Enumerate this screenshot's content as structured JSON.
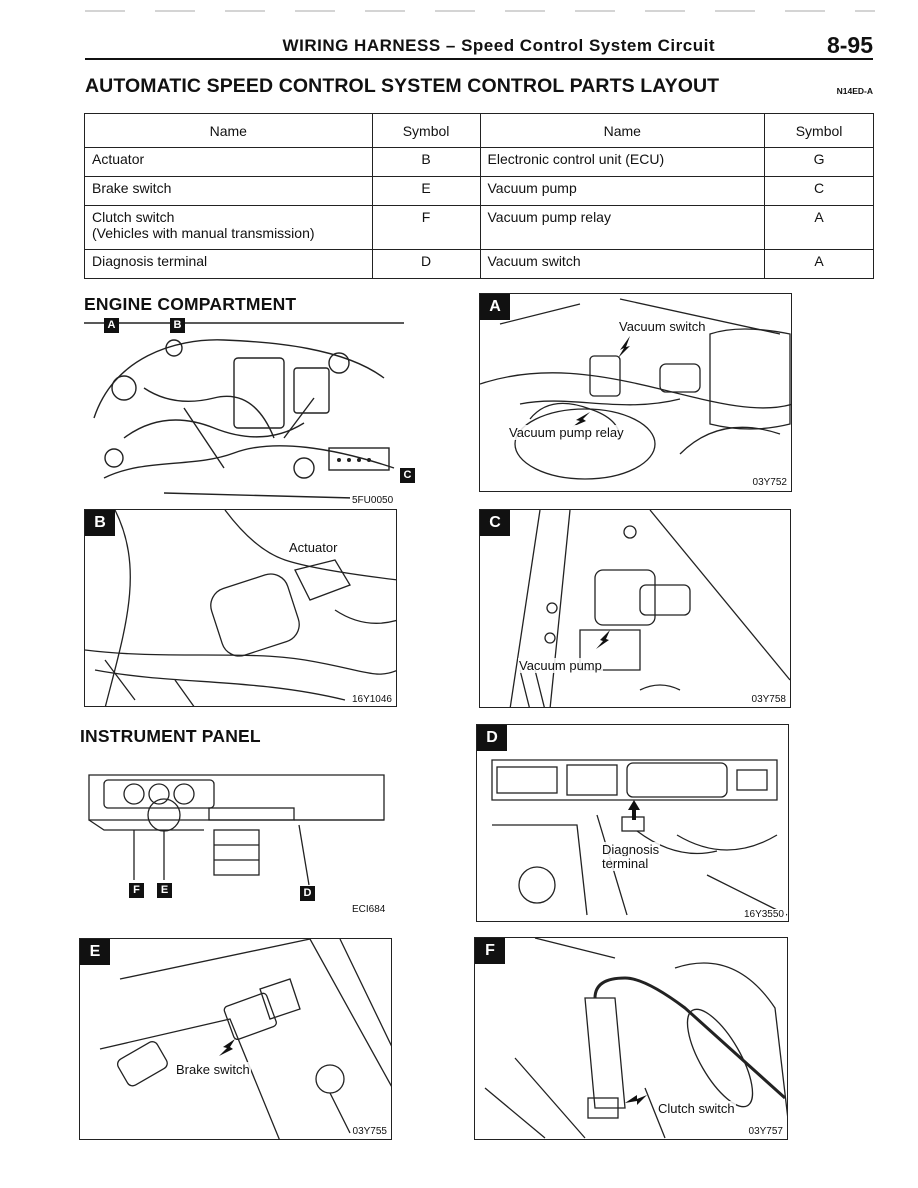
{
  "header": {
    "title": "WIRING HARNESS – Speed Control System Circuit",
    "page_number": "8-95"
  },
  "section": {
    "title": "AUTOMATIC SPEED CONTROL SYSTEM CONTROL PARTS LAYOUT",
    "code": "N14ED-A"
  },
  "table": {
    "headers": [
      "Name",
      "Symbol",
      "Name",
      "Symbol"
    ],
    "rows": [
      {
        "name1": "Actuator",
        "sym1": "B",
        "name2": "Electronic control unit (ECU)",
        "sym2": "G"
      },
      {
        "name1": "Brake switch",
        "sym1": "E",
        "name2": "Vacuum pump",
        "sym2": "C"
      },
      {
        "name1": "Clutch switch",
        "name1_note": "(Vehicles with manual transmission)",
        "sym1": "F",
        "name2": "Vacuum pump relay",
        "sym2": "A"
      },
      {
        "name1": "Diagnosis terminal",
        "sym1": "D",
        "name2": "Vacuum switch",
        "sym2": "A"
      }
    ]
  },
  "engine_compartment": {
    "heading": "ENGINE COMPARTMENT",
    "tags": [
      "A",
      "B",
      "C"
    ],
    "fig": "5FU0050"
  },
  "instrument_panel": {
    "heading": "INSTRUMENT PANEL",
    "tags": [
      "F",
      "E",
      "D"
    ],
    "fig": "ECI684"
  },
  "panels": {
    "A": {
      "tag": "A",
      "labels": [
        "Vacuum switch",
        "Vacuum pump relay"
      ],
      "fig": "03Y752"
    },
    "B": {
      "tag": "B",
      "labels": [
        "Actuator"
      ],
      "fig": "16Y1046"
    },
    "C": {
      "tag": "C",
      "labels": [
        "Vacuum pump"
      ],
      "fig": "03Y758"
    },
    "D": {
      "tag": "D",
      "labels": [
        "Diagnosis",
        "terminal"
      ],
      "fig": "16Y3550"
    },
    "E": {
      "tag": "E",
      "labels": [
        "Brake switch"
      ],
      "fig": "03Y755"
    },
    "F": {
      "tag": "F",
      "labels": [
        "Clutch switch"
      ],
      "fig": "03Y757"
    }
  }
}
